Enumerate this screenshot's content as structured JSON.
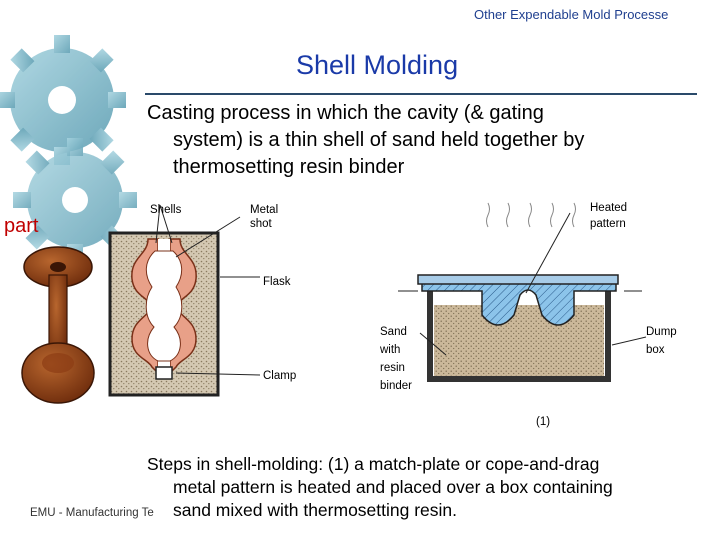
{
  "header": {
    "section_title": "Other Expendable Mold Processe"
  },
  "slide": {
    "title": "Shell Molding",
    "bullet_line1": "Casting process in which the cavity (& gating",
    "bullet_line2": "system) is a thin shell of sand held together by",
    "bullet_line3": "thermosetting resin binder",
    "part_label": "part"
  },
  "diagram_left": {
    "labels": {
      "shells": "Shells",
      "metal": "Metal",
      "shot": "shot",
      "flask": "Flask",
      "clamp": "Clamp"
    }
  },
  "diagram_right": {
    "labels": {
      "heated": "Heated",
      "pattern": "pattern",
      "sand": "Sand",
      "with": "with",
      "resin": "resin",
      "binder": "binder",
      "dump": "Dump",
      "box": "box",
      "step": "(1)"
    }
  },
  "caption": {
    "line1": "Steps in shell‑molding: (1) a match‑plate or cope‑and‑drag",
    "line2": "metal pattern is heated and placed over a box containing",
    "line3": "sand mixed with thermosetting resin."
  },
  "footer": {
    "text": "EMU ‑ Manufacturing Te"
  },
  "colors": {
    "title": "#1a3aa8",
    "gear": "#7fb8c8",
    "shell": "#e8a088",
    "pattern": "#8cc4ea",
    "sand": "#cbb89a",
    "part": "#8b3c14"
  }
}
